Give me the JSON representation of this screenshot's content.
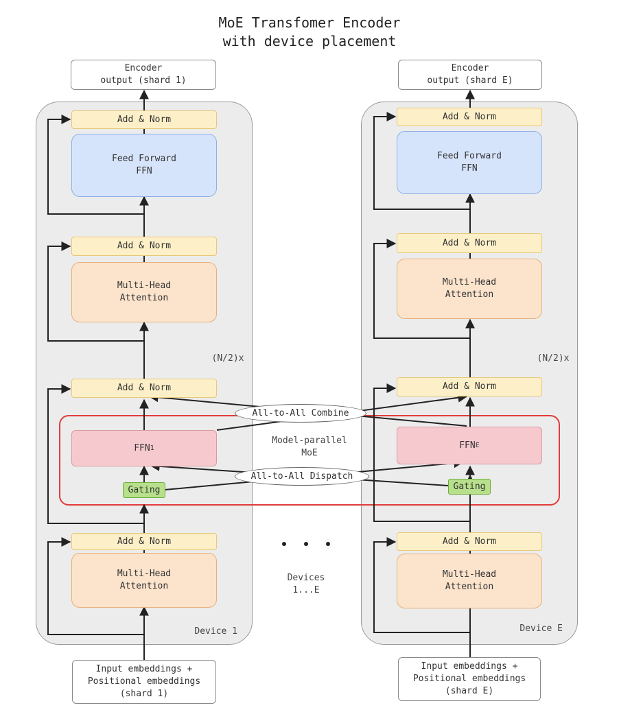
{
  "title": {
    "line1": "MoE Transfomer Encoder",
    "line2": "with device placement"
  },
  "devices": [
    {
      "name": "Device 1",
      "output": "Encoder\noutput (shard 1)",
      "input": "Input embeddings +\nPositional embeddings\n(shard 1)",
      "ffn_label": "FFN",
      "ffn_sub": "1",
      "repeat": "(N/2)x"
    },
    {
      "name": "Device E",
      "output": "Encoder\noutput (shard E)",
      "input": "Input embeddings +\nPositional embeddings\n(shard E)",
      "ffn_label": "FFN",
      "ffn_sub": "E",
      "repeat": "(N/2)x"
    }
  ],
  "blocks": {
    "add_norm": "Add & Norm",
    "feed_forward": "Feed Forward\nFFN",
    "multi_head_attention": "Multi-Head\nAttention",
    "gating": "Gating"
  },
  "moe": {
    "region_label": "Model-parallel\nMoE",
    "combine": "All-to-All Combine",
    "dispatch": "All-to-All Dispatch"
  },
  "middle": {
    "devices_label": "Devices\n1...E"
  },
  "colors": {
    "device_bg": "#ececec",
    "add_norm": "#fdf0c8",
    "feed_forward": "#d6e4fb",
    "attention": "#fce3cc",
    "moe_ffn": "#f6c9cf",
    "gating": "#b8e08c",
    "moe_region": "#e23b3b"
  }
}
